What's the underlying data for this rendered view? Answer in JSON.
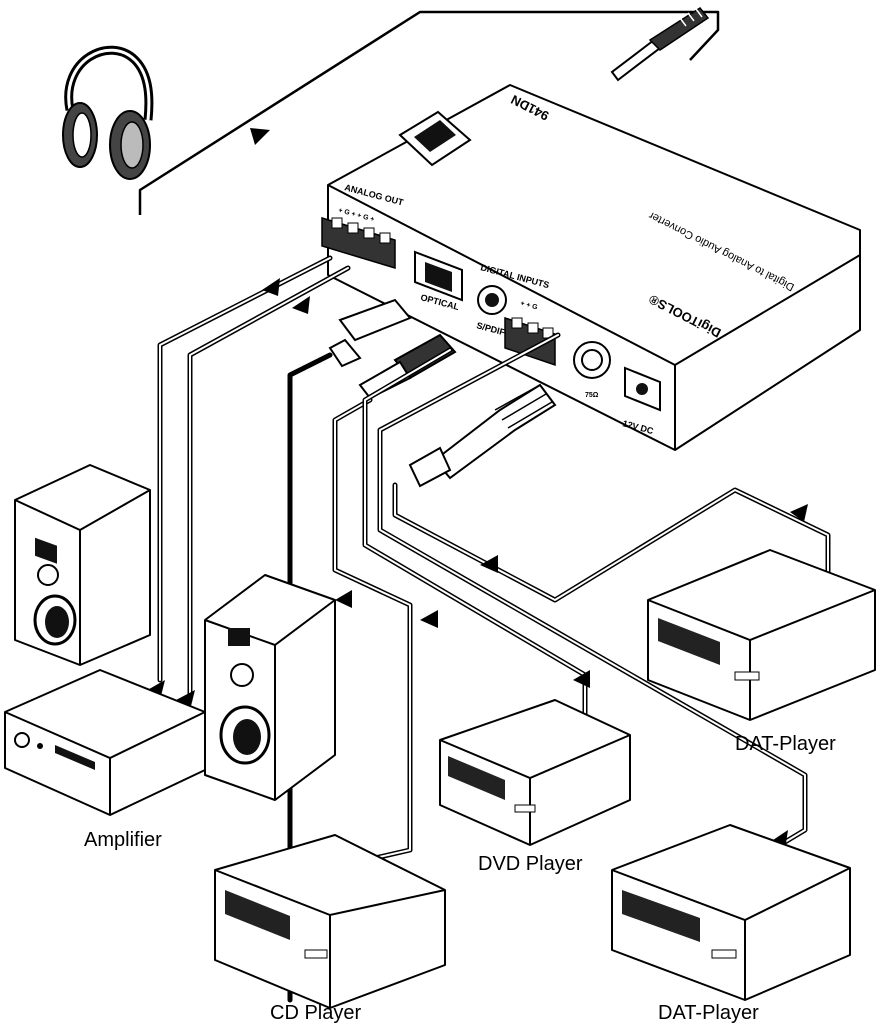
{
  "device": {
    "model": "941DN",
    "product_line": "DigiTOOLS®",
    "subtitle": "Digital to Analog Audio Converter",
    "analog_out": "ANALOG OUT",
    "analog_out_pins": "+ G + + G +",
    "digital_inputs": "DIGITAL INPUTS",
    "digital_pins": "+ + G",
    "optical": "OPTICAL",
    "spdif": "S/PDIF",
    "bnc": "75Ω",
    "power": "12V DC"
  },
  "labels": {
    "amplifier": "Amplifier",
    "cd_player": "CD Player",
    "dvd_player": "DVD Player",
    "dat_player_right": "DAT-Player",
    "dat_player_bottom": "DAT-Player"
  },
  "icons": [
    "headphones-icon",
    "audio-jack-icon",
    "speaker-icon",
    "amplifier-icon",
    "player-deck-icon",
    "bnc-connector-icon",
    "rca-connector-icon",
    "optical-connector-icon",
    "arrow-icon"
  ],
  "colors": {
    "line": "#000000",
    "background": "#ffffff"
  }
}
